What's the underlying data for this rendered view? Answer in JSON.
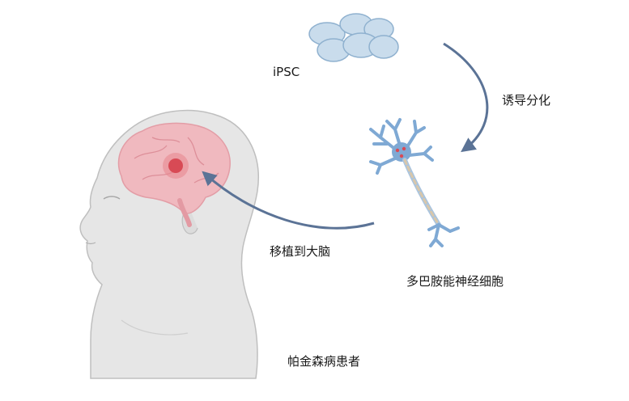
{
  "labels": {
    "ipsc": "iPSC",
    "differentiation": "诱导分化",
    "dopamine_neuron": "多巴胺能神经细胞",
    "transplant": "移植到大脑",
    "patient": "帕金森病患者"
  },
  "colors": {
    "arrow": "#5b7396",
    "cell_fill": "#c9dcec",
    "cell_stroke": "#8fb1cf",
    "neuron": "#7fa9d4",
    "brain": "#f1b7bd",
    "lesion": "#d84a55",
    "head": "#e6e6e6",
    "head_stroke": "#bfbfbf"
  },
  "icons": [
    "ipsc-cell-cluster-icon",
    "dopamine-neuron-icon",
    "human-head-icon",
    "brain-icon"
  ]
}
